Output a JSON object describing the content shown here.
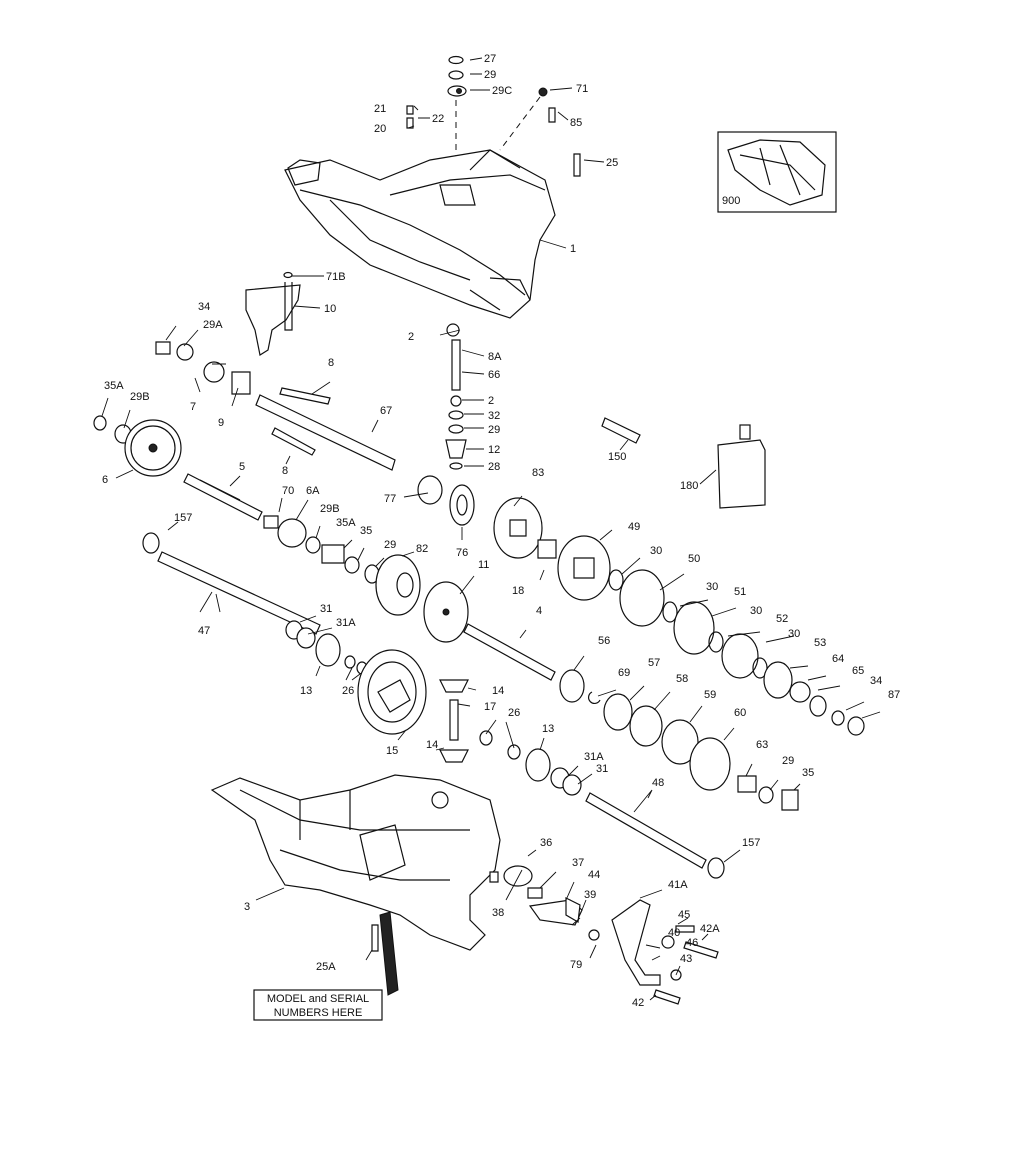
{
  "labels": {
    "p27": "27",
    "p29a": "29",
    "p29c": "29C",
    "p71": "71",
    "p21": "21",
    "p22": "22",
    "p20": "20",
    "p85": "85",
    "p25": "25",
    "p1": "1",
    "p900": "900",
    "p71b": "71B",
    "p10": "10",
    "p34a": "34",
    "p29A": "29A",
    "p2a": "2",
    "p8a": "8A",
    "p8": "8",
    "p66": "66",
    "p35A": "35A",
    "p29B": "29B",
    "p7": "7",
    "p9": "9",
    "p67": "67",
    "p2b": "2",
    "p32": "32",
    "p29b": "29",
    "p12": "12",
    "p28": "28",
    "p150": "150",
    "p180": "180",
    "p8b": "8",
    "p6": "6",
    "p5": "5",
    "p77": "77",
    "p83": "83",
    "p49": "49",
    "p70": "70",
    "p6A": "6A",
    "p157a": "157",
    "p29B2": "29B",
    "p35A2": "35A",
    "p35a": "35",
    "p29c2": "29",
    "p82": "82",
    "p76": "76",
    "p18": "18",
    "p30a": "30",
    "p50": "50",
    "p30b": "30",
    "p51": "51",
    "p30c": "30",
    "p52": "52",
    "p30d": "30",
    "p53": "53",
    "p11": "11",
    "p47": "47",
    "p31a": "31",
    "p31A": "31A",
    "p4": "4",
    "p56": "56",
    "p64": "64",
    "p65": "65",
    "p34b": "34",
    "p87": "87",
    "p13a": "13",
    "p26a": "26",
    "p69": "69",
    "p57": "57",
    "p14a": "14",
    "p17": "17",
    "p58": "58",
    "p59": "59",
    "p60": "60",
    "p15": "15",
    "p26b": "26",
    "p13b": "13",
    "p14b": "14",
    "p31A2": "31A",
    "p31b": "31",
    "p63": "63",
    "p29d": "29",
    "p35b": "35",
    "p48": "48",
    "p157b": "157",
    "p36": "36",
    "p3": "3",
    "p37": "37",
    "p44": "44",
    "p41A": "41A",
    "p39": "39",
    "p38": "38",
    "p45": "45",
    "p42A": "42A",
    "p40": "40",
    "p46": "46",
    "p79": "79",
    "p43": "43",
    "p25A": "25A",
    "p42": "42"
  },
  "callout": {
    "line1": "MODEL and SERIAL",
    "line2": "NUMBERS HERE"
  }
}
